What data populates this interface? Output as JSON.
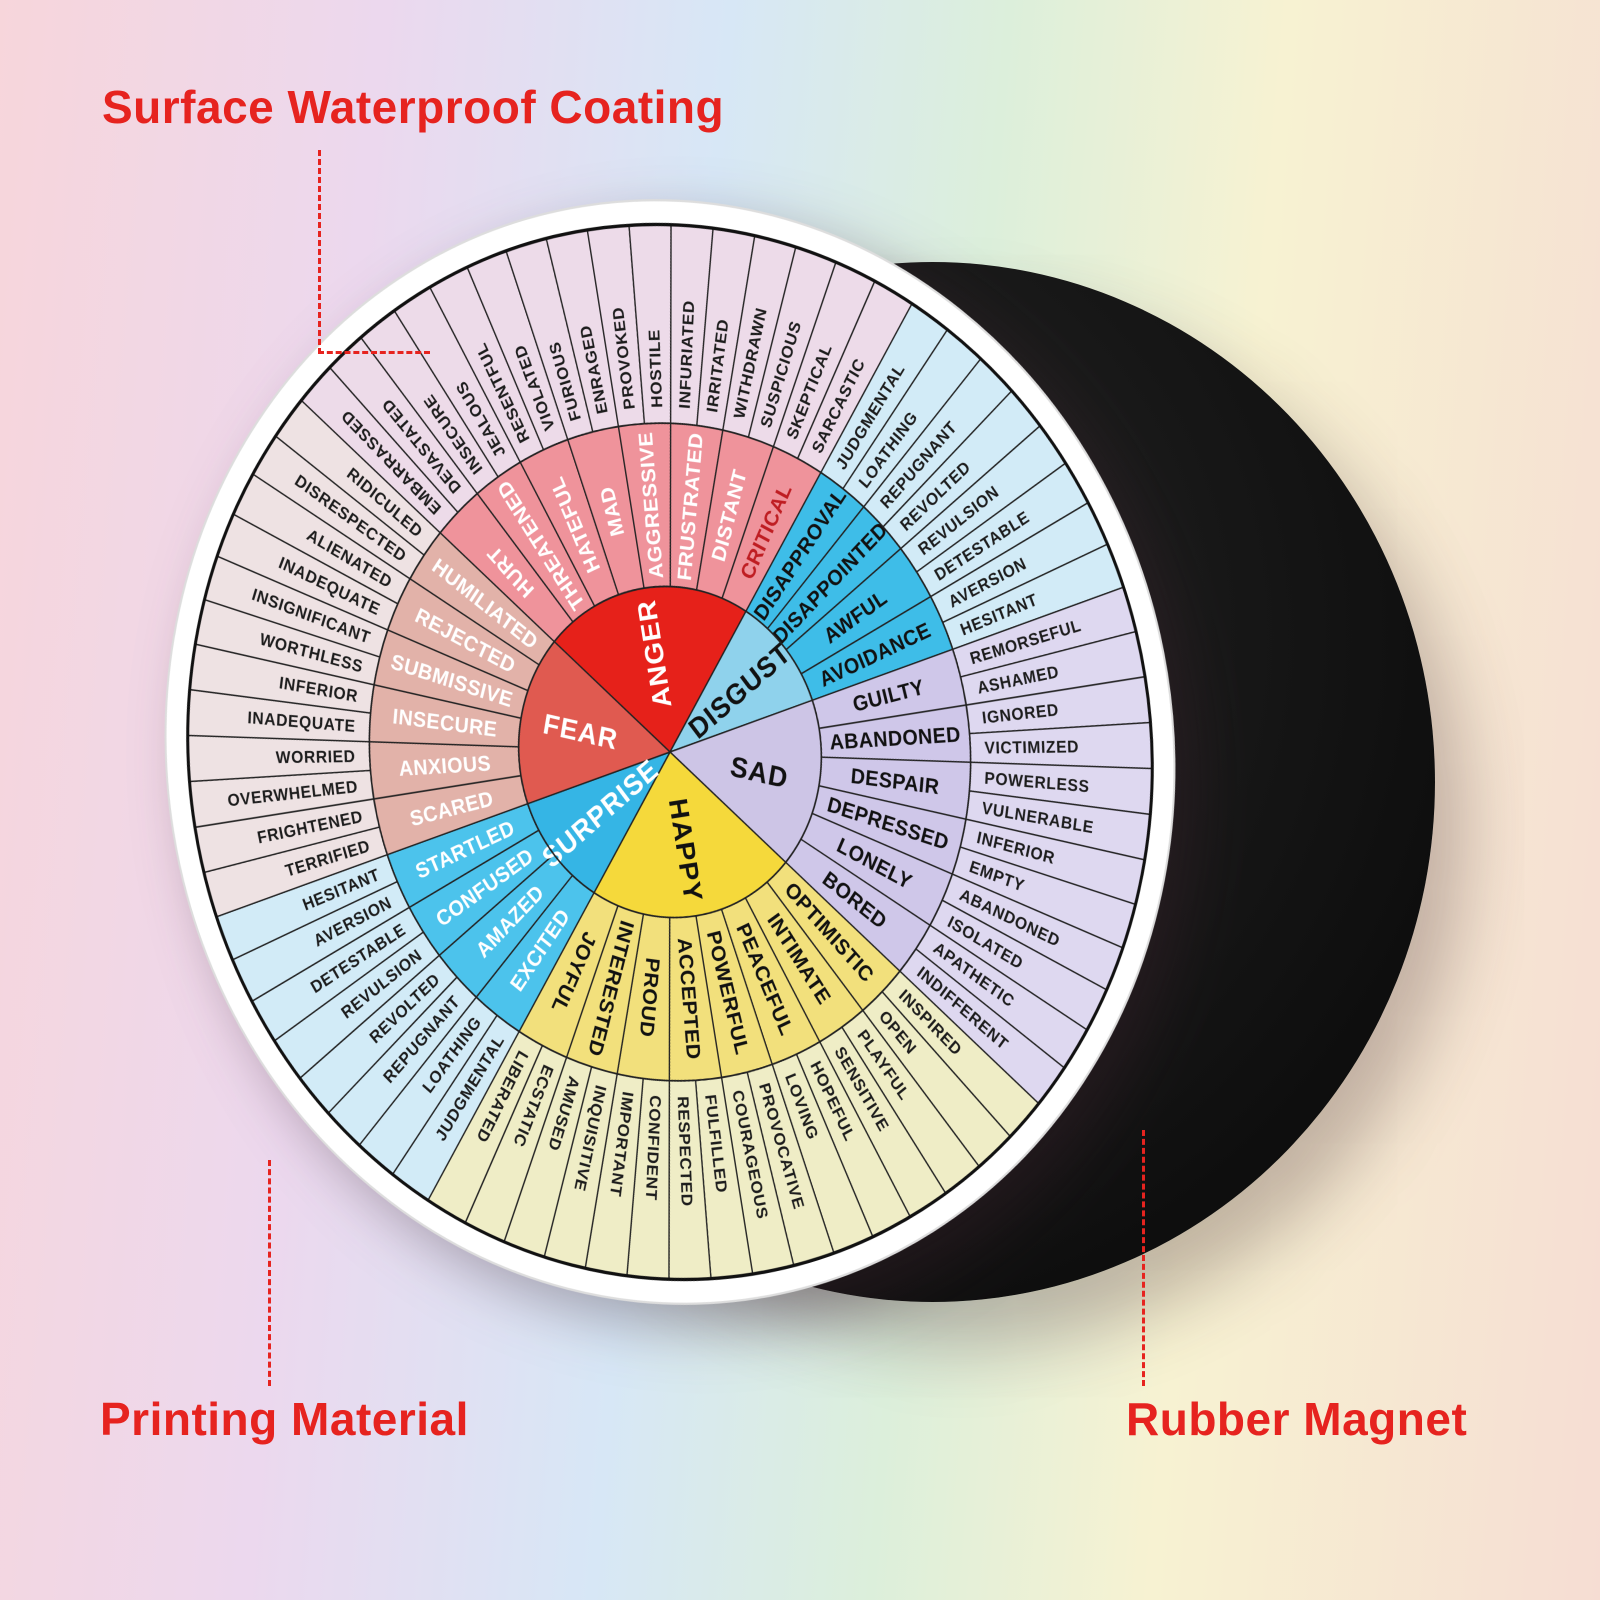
{
  "page": {
    "bg_gradient": [
      "#f7d6db",
      "#ecd8ee",
      "#d7e7f6",
      "#dcefdb",
      "#f7f2d2",
      "#f6ddd3"
    ]
  },
  "annotations": {
    "color": "#e6231f",
    "surface": {
      "label": "Surface Waterproof Coating"
    },
    "printing": {
      "label": "Printing Material"
    },
    "magnet": {
      "label": "Rubber Magnet"
    }
  },
  "product": {
    "disc_color": "#ffffff",
    "disc_edge_color": "#dddddd",
    "magnet_color_center": "#2e2e2e",
    "magnet_color_mid": "#181818",
    "magnet_color_edge": "#060606",
    "ring_line_color": "#222222",
    "outer_border_color": "#111111"
  },
  "chart_data": {
    "type": "pie",
    "subtype": "emotion-wheel-3-rings",
    "title": "Feelings Wheel Magnet",
    "rings": [
      "core",
      "middle",
      "outer"
    ],
    "start_angle_deg": -40,
    "tilt_deg": -9,
    "sectors": [
      {
        "name": "ANGER",
        "angle_deg": 80,
        "core_color": "#e6211a",
        "core_text": "#ffffff",
        "mid_color": "#ef939b",
        "mid_text": "#ffffff",
        "mid_text_overrides": {
          "CRITICAL": "#bf1d22"
        },
        "outer_color": "#eddbe9",
        "outer_text": "#1c1c1c",
        "middle": [
          "HURT",
          "THREATENED",
          "HATEFUL",
          "MAD",
          "AGGRESSIVE",
          "FRUSTRATED",
          "DISTANT",
          "CRITICAL"
        ],
        "outer": [
          "EMBARRASSED",
          "DEVASTATED",
          "INSECURE",
          "JEALOUS",
          "RESENTFUL",
          "VIOLATED",
          "FURIOUS",
          "ENRAGED",
          "PROVOKED",
          "HOSTILE",
          "INFURIATED",
          "IRRITATED",
          "WITHDRAWN",
          "SUSPICIOUS",
          "SKEPTICAL",
          "SARCASTIC"
        ]
      },
      {
        "name": "DISGUST",
        "angle_deg": 40,
        "core_color": "#8fd2ec",
        "core_text": "#111111",
        "mid_color": "#3ebde8",
        "mid_text": "#111111",
        "outer_color": "#d2ebf7",
        "outer_text": "#1c1c1c",
        "middle": [
          "DISAPPROVAL",
          "DISAPPOINTED",
          "AWFUL",
          "AVOIDANCE"
        ],
        "outer": [
          "JUDGMENTAL",
          "LOATHING",
          "REPUGNANT",
          "REVOLTED",
          "REVULSION",
          "DETESTABLE",
          "AVERSION",
          "HESITANT"
        ]
      },
      {
        "name": "SAD",
        "angle_deg": 60,
        "core_color": "#cdc5e6",
        "core_text": "#111111",
        "mid_color": "#cfc7e9",
        "mid_text": "#111111",
        "outer_color": "#ded8f0",
        "outer_text": "#1c1c1c",
        "middle": [
          "GUILTY",
          "ABANDONED",
          "DESPAIR",
          "DEPRESSED",
          "LONELY",
          "BORED"
        ],
        "outer": [
          "REMORSEFUL",
          "ASHAMED",
          "IGNORED",
          "VICTIMIZED",
          "POWERLESS",
          "VULNERABLE",
          "INFERIOR",
          "EMPTY",
          "ABANDONED",
          "ISOLATED",
          "APATHETIC",
          "INDIFFERENT"
        ]
      },
      {
        "name": "HAPPY",
        "angle_deg": 80,
        "core_color": "#f5d93b",
        "core_text": "#111111",
        "mid_color": "#f2e07c",
        "mid_text": "#111111",
        "outer_color": "#efedc6",
        "outer_text": "#1c1c1c",
        "middle": [
          "OPTIMISTIC",
          "INTIMATE",
          "PEACEFUL",
          "POWERFUL",
          "ACCEPTED",
          "PROUD",
          "INTERESTED",
          "JOYFUL"
        ],
        "outer": [
          "INSPIRED",
          "OPEN",
          "PLAYFUL",
          "SENSITIVE",
          "HOPEFUL",
          "LOVING",
          "PROVOCATIVE",
          "COURAGEOUS",
          "FULFILLED",
          "RESPECTED",
          "CONFIDENT",
          "IMPORTANT",
          "INQUISITIVE",
          "AMUSED",
          "ECSTATIC",
          "LIBERATED"
        ]
      },
      {
        "name": "SURPRISE",
        "angle_deg": 40,
        "core_color": "#35b5e5",
        "core_text": "#ffffff",
        "mid_color": "#4cc3ec",
        "mid_text": "#ffffff",
        "outer_color": "#d2ebf7",
        "outer_text": "#1c1c1c",
        "middle": [
          "EXCITED",
          "AMAZED",
          "CONFUSED",
          "STARTLED"
        ],
        "outer": [
          "JUDGMENTAL",
          "LOATHING",
          "REPUGNANT",
          "REVOLTED",
          "REVULSION",
          "DETESTABLE",
          "AVERSION",
          "HESITANT"
        ]
      },
      {
        "name": "FEAR",
        "angle_deg": 60,
        "core_color": "#e05a50",
        "core_text": "#ffffff",
        "mid_color": "#e2b2a9",
        "mid_text": "#ffffff",
        "outer_color": "#eee2e3",
        "outer_text": "#1c1c1c",
        "middle": [
          "SCARED",
          "ANXIOUS",
          "INSECURE",
          "SUBMISSIVE",
          "REJECTED",
          "HUMILIATED"
        ],
        "outer": [
          "TERRIFIED",
          "FRIGHTENED",
          "OVERWHELMED",
          "WORRIED",
          "INADEQUATE",
          "INFERIOR",
          "WORTHLESS",
          "INSIGNIFICANT",
          "INADEQUATE",
          "ALIENATED",
          "DISRESPECTED",
          "RIDICULED"
        ]
      }
    ]
  }
}
